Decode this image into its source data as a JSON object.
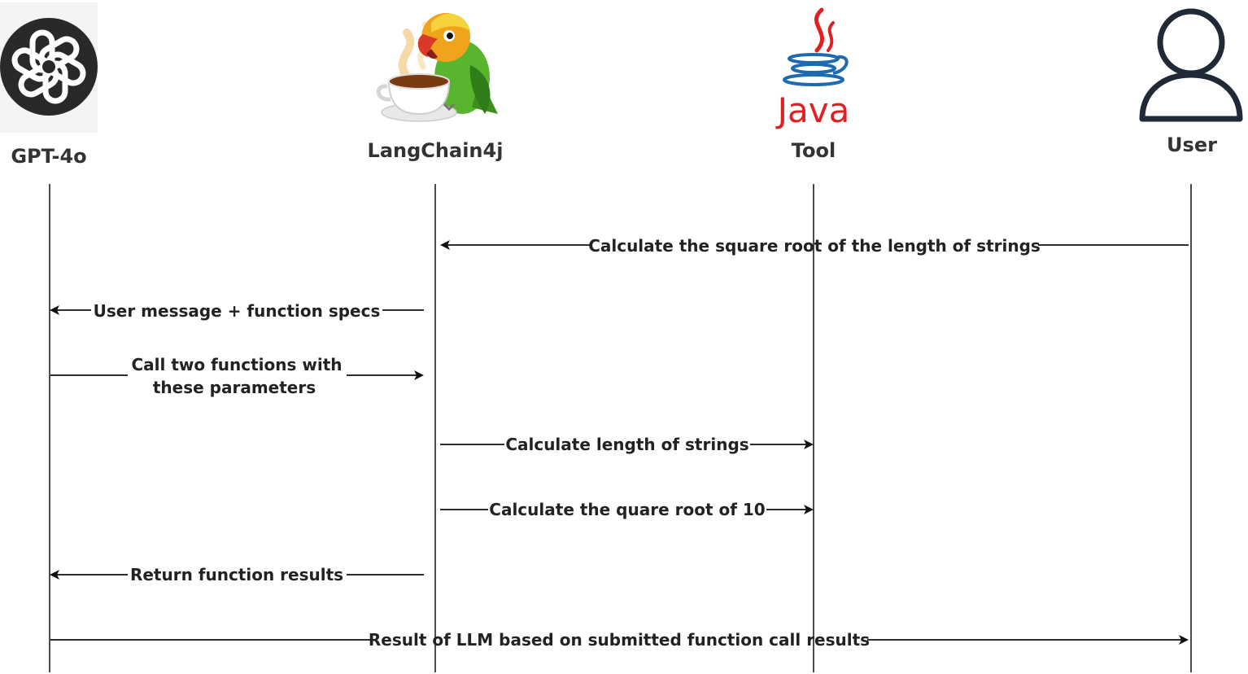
{
  "actors": [
    {
      "id": "gpt",
      "label": "GPT-4o",
      "icon": "openai-logo-icon"
    },
    {
      "id": "langchain",
      "label": "LangChain4j",
      "icon": "parrot-tea-cup-icon"
    },
    {
      "id": "tool",
      "label": "Tool",
      "icon": "java-logo-icon",
      "logo_text": "Java"
    },
    {
      "id": "user",
      "label": "User",
      "icon": "user-icon"
    }
  ],
  "messages": [
    {
      "from": "user",
      "to": "langchain",
      "lines": [
        "Calculate the square root of the length of strings"
      ]
    },
    {
      "from": "langchain",
      "to": "gpt",
      "lines": [
        "User message + function specs"
      ]
    },
    {
      "from": "gpt",
      "to": "langchain",
      "lines": [
        "Call two functions with",
        "these parameters"
      ]
    },
    {
      "from": "langchain",
      "to": "tool",
      "lines": [
        "Calculate length of strings"
      ]
    },
    {
      "from": "langchain",
      "to": "tool",
      "lines": [
        "Calculate the quare root of 10"
      ]
    },
    {
      "from": "langchain",
      "to": "gpt",
      "lines": [
        "Return function results"
      ]
    },
    {
      "from": "gpt",
      "to": "user",
      "lines": [
        "Result of LLM based on submitted function call results"
      ]
    }
  ],
  "colors": {
    "java_red": "#e11f21",
    "java_blue": "#1e6ab0",
    "user_icon": "#1f2a36",
    "openai_bg": "#292929",
    "parrot_green": "#58b52d"
  }
}
